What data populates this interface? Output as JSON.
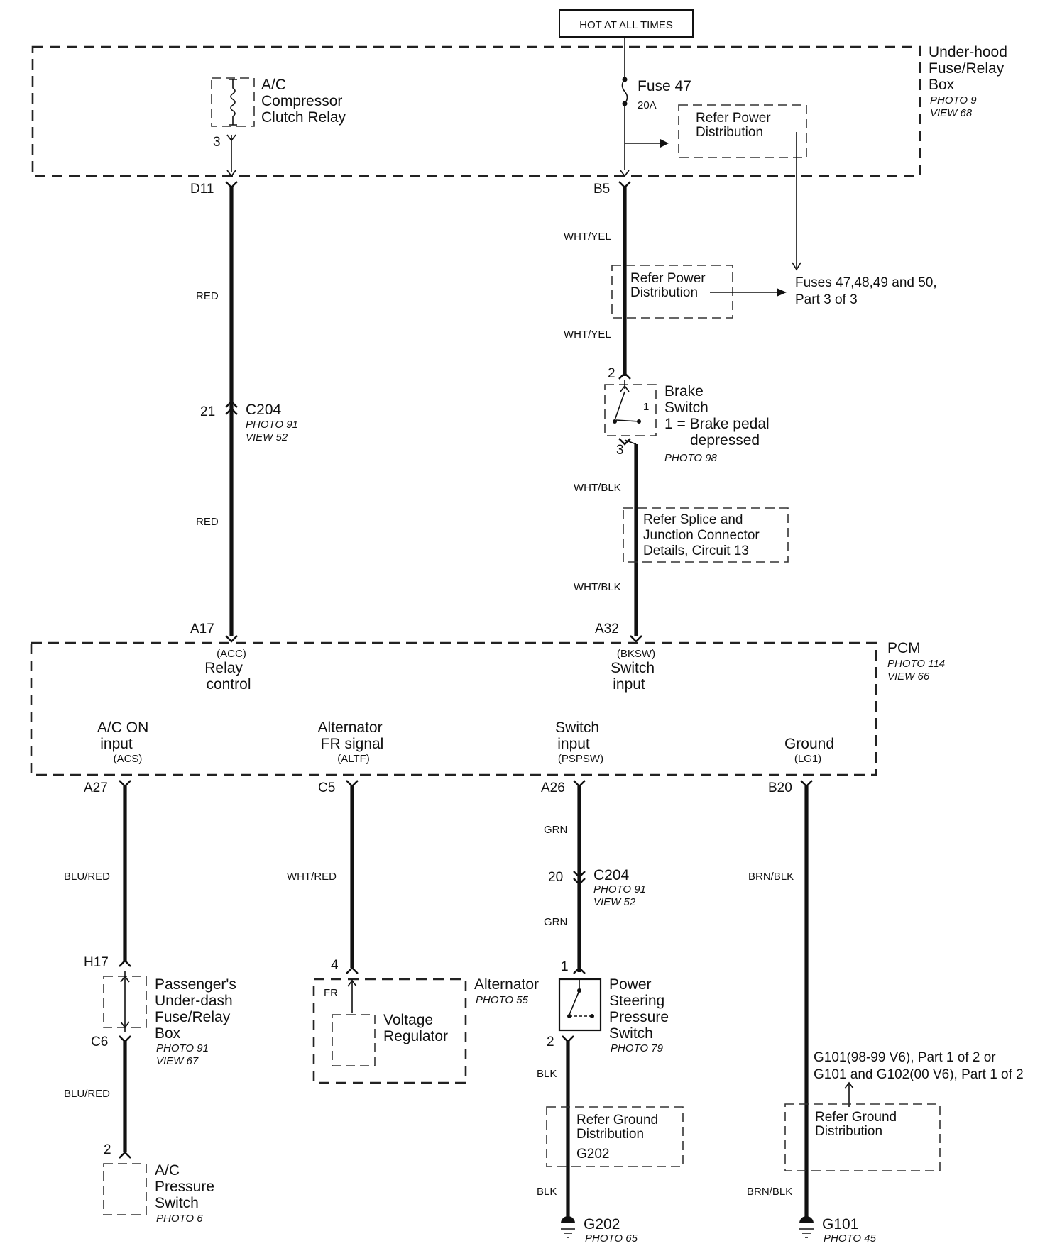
{
  "top_label": "HOT AT ALL TIMES",
  "fusebox": {
    "title_lines": [
      "Under-hood",
      "Fuse/Relay",
      "Box"
    ],
    "photo_lines": [
      "PHOTO 9",
      "VIEW 68"
    ],
    "relay_lines": [
      "A/C",
      "Compressor",
      "Clutch Relay"
    ],
    "relay_pin": "3",
    "fuse_label": "Fuse 47",
    "fuse_rating": "20A",
    "refer_power_lines": [
      "Refer Power",
      "Distribution"
    ]
  },
  "left_wire": {
    "top_pin": "D11",
    "color_upper": "RED",
    "connector_pin": "21",
    "connector_name": "C204",
    "connector_photo_lines": [
      "PHOTO 91",
      "VIEW 52"
    ],
    "color_lower": "RED",
    "bottom_pin": "A17"
  },
  "right_wire": {
    "top_pin": "B5",
    "color_1": "WHT/YEL",
    "refer_power_lines": [
      "Refer Power",
      "Distribution"
    ],
    "fuses_ref_lines": [
      "Fuses 47,48,49 and 50,",
      "Part 3 of 3"
    ],
    "color_2": "WHT/YEL",
    "brake_pin_top": "2",
    "brake_label_lines": [
      "Brake",
      "Switch",
      "1 = Brake pedal",
      "depressed"
    ],
    "brake_inner_pin": "1",
    "brake_photo": "PHOTO 98",
    "brake_pin_bottom": "3",
    "color_3": "WHT/BLK",
    "splice_lines": [
      "Refer Splice and",
      "Junction Connector",
      "Details, Circuit 13"
    ],
    "color_4": "WHT/BLK",
    "bottom_pin": "A32"
  },
  "pcm": {
    "title": "PCM",
    "photo_lines": [
      "PHOTO 114",
      "VIEW 66"
    ],
    "acc": {
      "code": "(ACC)",
      "lines": [
        "Relay",
        "control"
      ]
    },
    "bksw": {
      "code": "(BKSW)",
      "lines": [
        "Switch",
        "input"
      ]
    },
    "acs": {
      "lines": [
        "A/C ON",
        "input"
      ],
      "code": "(ACS)"
    },
    "altf": {
      "lines": [
        "Alternator",
        "FR signal"
      ],
      "code": "(ALTF)"
    },
    "pspsw": {
      "lines": [
        "Switch",
        "input"
      ],
      "code": "(PSPSW)"
    },
    "lg1": {
      "lines": [
        "Ground"
      ],
      "code": "(LG1)"
    }
  },
  "ac_branch": {
    "pin": "A27",
    "color_1": "BLU/RED",
    "fuse_pin_top": "H17",
    "fuse_pin_bottom": "C6",
    "fusebox_lines": [
      "Passenger's",
      "Under-dash",
      "Fuse/Relay",
      "Box"
    ],
    "fusebox_photo_lines": [
      "PHOTO 91",
      "VIEW 67"
    ],
    "color_2": "BLU/RED",
    "switch_pin": "2",
    "switch_lines": [
      "A/C",
      "Pressure",
      "Switch"
    ],
    "switch_photo": "PHOTO 6"
  },
  "alt_branch": {
    "pin": "C5",
    "color": "WHT/RED",
    "alt_pin": "4",
    "fr_label": "FR",
    "regulator_lines": [
      "Voltage",
      "Regulator"
    ],
    "alt_name": "Alternator",
    "alt_photo": "PHOTO 55"
  },
  "ps_branch": {
    "pin": "A26",
    "color_1": "GRN",
    "connector_pin": "20",
    "connector_name": "C204",
    "connector_photo_lines": [
      "PHOTO 91",
      "VIEW 52"
    ],
    "color_2": "GRN",
    "switch_pin_top": "1",
    "switch_lines": [
      "Power",
      "Steering",
      "Pressure",
      "Switch"
    ],
    "switch_photo": "PHOTO 79",
    "switch_pin_bottom": "2",
    "color_3": "BLK",
    "refer_ground_lines": [
      "Refer Ground",
      "Distribution"
    ],
    "ground_ref": "G202",
    "color_4": "BLK",
    "ground_name": "G202",
    "ground_photo": "PHOTO 65"
  },
  "gnd_branch": {
    "pin": "B20",
    "color_1": "BRN/BLK",
    "note_lines": [
      "G101(98-99 V6), Part 1 of 2  or",
      "G101 and G102(00 V6), Part 1 of 2"
    ],
    "refer_ground_lines": [
      "Refer Ground",
      "Distribution"
    ],
    "color_2": "BRN/BLK",
    "ground_name": "G101",
    "ground_photo": "PHOTO 45"
  }
}
